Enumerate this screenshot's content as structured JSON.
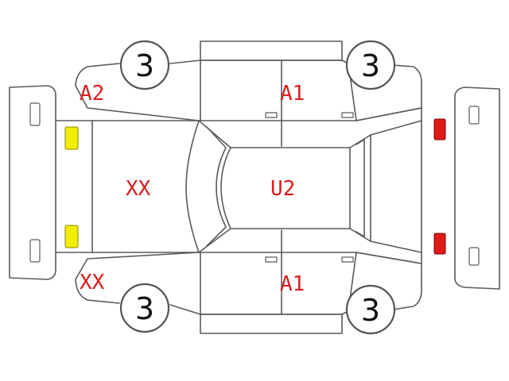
{
  "colors": {
    "line": "#5a5a5a",
    "mark_text": "#d81e1e",
    "headlight": "#f2ee00",
    "taillight": "#e01a1a"
  },
  "wheels": {
    "front_left": "3",
    "rear_left": "3",
    "front_right": "3",
    "rear_right": "3"
  },
  "marks": {
    "front_left_corner": "A2",
    "front_right_corner": "XX",
    "hood": "XX",
    "roof": "U2",
    "left_doors": "A1",
    "right_doors": "A1"
  }
}
